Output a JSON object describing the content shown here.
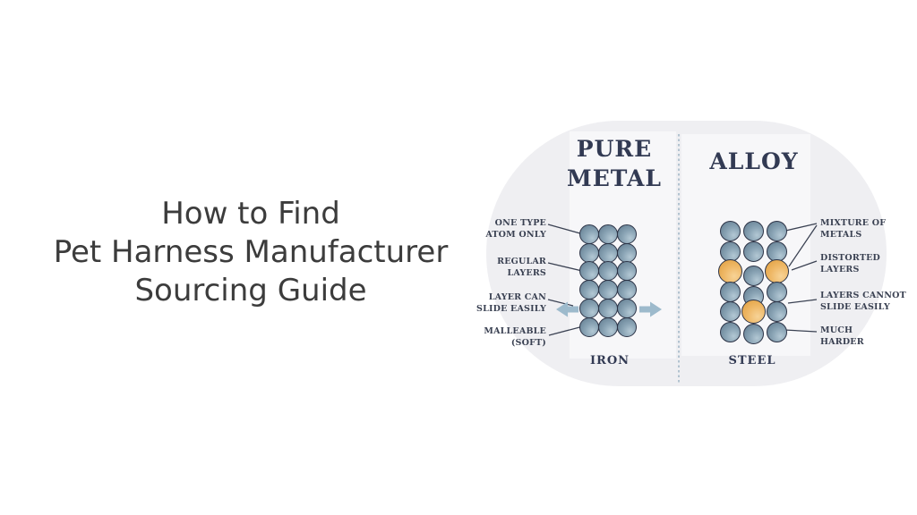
{
  "slide": {
    "title_lines": [
      "How to Find",
      "Pet Harness Manufacturer",
      "Sourcing Guide"
    ]
  },
  "diagram": {
    "left": {
      "heading_lines": [
        "PURE",
        "METAL"
      ],
      "caption": "IRON",
      "labels": [
        {
          "lines": [
            "ONE TYPE",
            "ATOM ONLY"
          ]
        },
        {
          "lines": [
            "REGULAR",
            "LAYERS"
          ]
        },
        {
          "lines": [
            "LAYER CAN",
            "SLIDE EASILY"
          ]
        },
        {
          "lines": [
            "MALLEABLE",
            "(SOFT)"
          ]
        }
      ]
    },
    "right": {
      "heading": "ALLOY",
      "caption": "STEEL",
      "labels": [
        {
          "lines": [
            "MIXTURE OF",
            "METALS"
          ]
        },
        {
          "lines": [
            "DISTORTED",
            "LAYERS"
          ]
        },
        {
          "lines": [
            "LAYERS CANNOT",
            "SLIDE EASILY"
          ]
        },
        {
          "lines": [
            "MUCH",
            "HARDER"
          ]
        }
      ]
    },
    "grids": {
      "iron": {
        "rows": [
          "bbb",
          "bbb",
          "bbb",
          "bbb",
          "bbb",
          "bbb"
        ]
      },
      "steel": {
        "rows": [
          "bbb",
          "bbb",
          "obo",
          "bbb",
          "bob",
          "bbb"
        ]
      }
    },
    "colors": {
      "panel_bg": "#efeff2",
      "heading_navy": "#323a53",
      "title_gray": "#3c3c3c",
      "atom_blue_dark": "#5f7a8e",
      "atom_blue_mid": "#8aa4b5",
      "atom_blue_light": "#b3c8d4",
      "atom_orange_dark": "#df9d3c",
      "atom_orange_mid": "#efb968",
      "atom_orange_light": "#f7d397",
      "atom_outline": "#2d3447",
      "arrow_blue": "#9dbacc",
      "divider_blue": "#8aa6bb",
      "line_color": "#3a4152"
    }
  }
}
